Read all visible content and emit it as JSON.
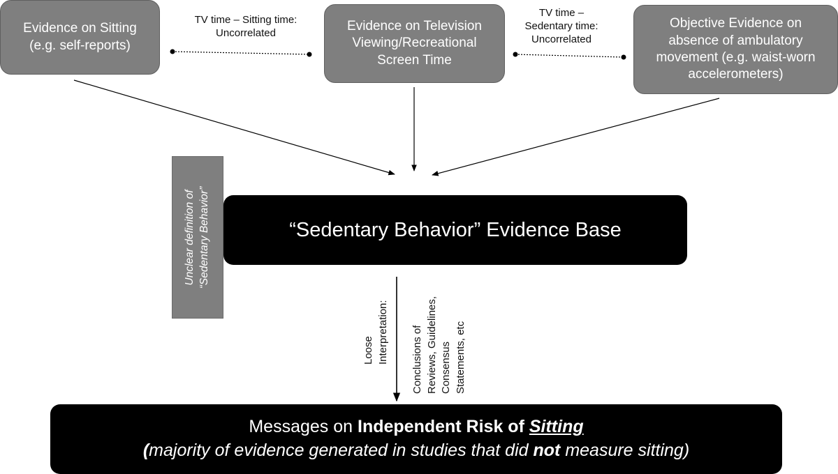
{
  "boxes": {
    "sitting": {
      "lines": [
        "Evidence on Sitting",
        "(e.g. self-reports)"
      ]
    },
    "tv": {
      "lines": [
        "Evidence on Television",
        "Viewing/Recreational",
        "Screen Time"
      ]
    },
    "objective": {
      "lines": [
        "Objective Evidence on",
        "absence of ambulatory",
        "movement (e.g. waist-worn",
        "accelerometers)"
      ]
    }
  },
  "correlations": {
    "left": {
      "lines": [
        "TV time – Sitting time:",
        "Uncorrelated"
      ]
    },
    "right": {
      "lines": [
        "TV time –",
        "Sedentary time:",
        "Uncorrelated"
      ]
    }
  },
  "side_label": {
    "lines": [
      "Unclear definition of",
      "“Sedentary Behavior”"
    ]
  },
  "center": {
    "text": "“Sedentary Behavior” Evidence Base"
  },
  "interpretation": {
    "left": [
      "Loose",
      "Interpretation:"
    ],
    "right": [
      "Conclusions of",
      "Reviews, Guidelines,",
      "Consensus",
      "Statements, etc"
    ]
  },
  "bottom": {
    "line1_pre": "Messages on ",
    "line1_bold": "Independent Risk of ",
    "line1_bold_underline": "Sitting",
    "line2_open": "(",
    "line2_mid": "majority of evidence generated in studies that did ",
    "line2_bold": "not",
    "line2_end": " measure sitting)"
  },
  "colors": {
    "grey_box": "#7f7f7f",
    "black_box": "#000000",
    "text_light": "#ffffff"
  }
}
